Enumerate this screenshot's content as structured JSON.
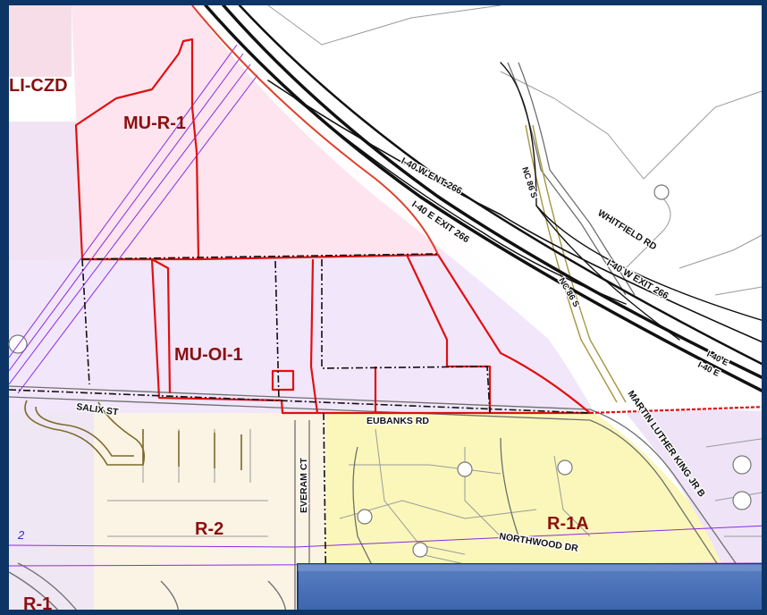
{
  "zones": {
    "li_czd": "LI-CZD",
    "mu_r_1": "MU-R-1",
    "mu_oi_1": "MU-OI-1",
    "r_2": "R-2",
    "r_1a": "R-1A",
    "r_1": "R-1"
  },
  "streets": {
    "i40_w_ent": "I-40 W ENT 266",
    "i40_e_exit": "I-40 E EXIT 266",
    "nc86_s_north": "NC 86 S",
    "nc86_s_south": "NC 86 S",
    "whitfield": "WHITFIELD RD",
    "i40_w_exit": "I-40 W EXIT 266",
    "i40_e_a": "I-40 E",
    "i40_e_b": "I-40 E",
    "mlk": "MARTIN LUTHER KING JR B",
    "eubanks": "EUBANKS RD",
    "salix": "SALIX ST",
    "everam": "EVERAM CT",
    "northwood": "NORTHWOOD DR"
  },
  "misc_label": "2",
  "colors": {
    "frame": "#0c3566",
    "zoning_line": "#e01010",
    "road_dark": "#111111",
    "parcel_line": "#999999",
    "li_czd": "#f6dde8",
    "mu_r": "#fde4ef",
    "mu_oi": "#f2e6fa",
    "r_2": "#fbf3e4",
    "r_1a": "#fbf7ba",
    "row_purple": "#8a2be2"
  }
}
